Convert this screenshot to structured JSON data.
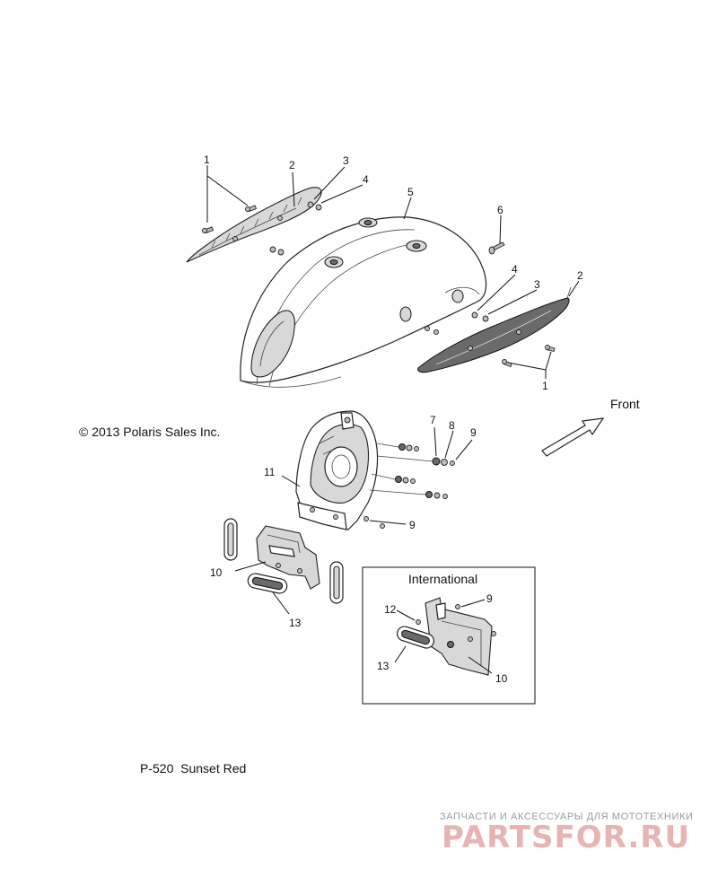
{
  "copyright": "© 2013 Polaris Sales Inc.",
  "direction_label": "Front",
  "inset_title": "International",
  "part_code": "P-520  Sunset Red",
  "watermark": {
    "tagline": "ЗАПЧАСТИ И АКСЕССУАРЫ ДЛЯ МОТОТЕХНИКИ",
    "brand": "PARTSFOR.RU"
  },
  "callouts": [
    {
      "id": "c1a",
      "text": "1"
    },
    {
      "id": "c2a",
      "text": "2"
    },
    {
      "id": "c3a",
      "text": "3"
    },
    {
      "id": "c4a",
      "text": "4"
    },
    {
      "id": "c5",
      "text": "5"
    },
    {
      "id": "c6",
      "text": "6"
    },
    {
      "id": "c4b",
      "text": "4"
    },
    {
      "id": "c3b",
      "text": "3"
    },
    {
      "id": "c2b",
      "text": "2"
    },
    {
      "id": "c1b",
      "text": "1"
    },
    {
      "id": "c7",
      "text": "7"
    },
    {
      "id": "c8",
      "text": "8"
    },
    {
      "id": "c9a",
      "text": "9"
    },
    {
      "id": "c11",
      "text": "11"
    },
    {
      "id": "c9b",
      "text": "9"
    },
    {
      "id": "c10a",
      "text": "10"
    },
    {
      "id": "c13a",
      "text": "13"
    },
    {
      "id": "c9c",
      "text": "9"
    },
    {
      "id": "c12",
      "text": "12"
    },
    {
      "id": "c13b",
      "text": "13"
    },
    {
      "id": "c10b",
      "text": "10"
    }
  ]
}
